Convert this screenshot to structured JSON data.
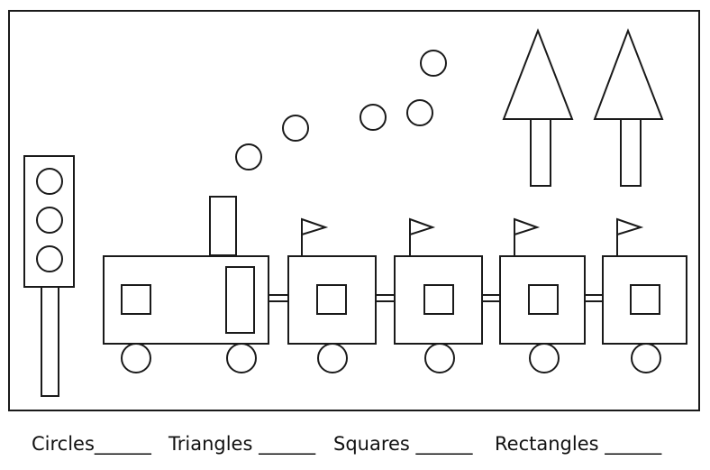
{
  "worksheet": {
    "shape_types": [
      "circle",
      "triangle",
      "square",
      "rectangle"
    ],
    "answer_items": [
      {
        "text": "Circles______"
      },
      {
        "text": "Triangles ______"
      },
      {
        "text": "Squares ______"
      },
      {
        "text": "Rectangles ______"
      }
    ],
    "colors": {
      "ink": "#1a1a1a",
      "paper": "#ffffff"
    }
  }
}
